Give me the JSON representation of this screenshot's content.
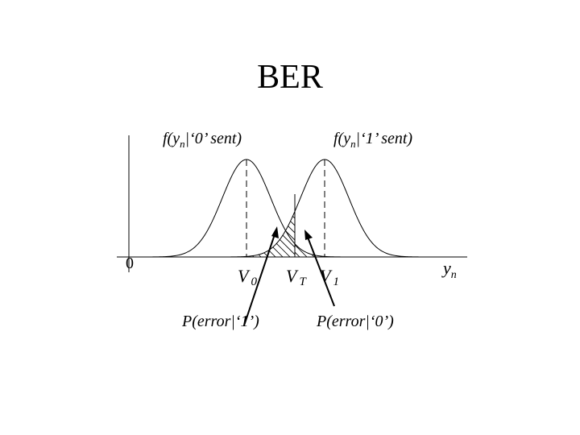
{
  "title": "BER",
  "axis": {
    "origin_label": "0",
    "x_label": "y",
    "x_label_sub": "n"
  },
  "curves": [
    {
      "label_pre": "f(y",
      "label_sub": "n",
      "label_post": "|‘0’ sent)"
    },
    {
      "label_pre": "f(y",
      "label_sub": "n",
      "label_post": "|‘1’ sent)"
    }
  ],
  "markers": {
    "v0": {
      "main": "V",
      "sub": "0"
    },
    "vt": {
      "main": "V",
      "sub": "T"
    },
    "v1": {
      "main": "V",
      "sub": "1"
    }
  },
  "annotations": {
    "error_given_1": "P(error|‘1’)",
    "error_given_0": "P(error|‘0’)"
  }
}
